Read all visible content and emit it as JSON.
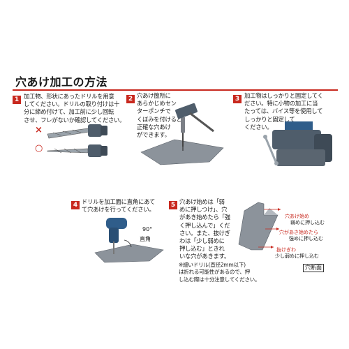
{
  "title": "穴あけ加工の方法",
  "steps": [
    {
      "num": "1",
      "text": "加工物、形状にあったドリルを用意\nしてください。ドリルの取り付けは十\n分に締め付けて、加工前に少し回転\nさせ、フレがないか確認してください。",
      "wrong_mark": "×",
      "right_mark": "○"
    },
    {
      "num": "2",
      "text": "穴あけ箇所に\nあらかじめセン\nターポンチで\nくぼみを付けると、\n正確な穴あけ\nができます。"
    },
    {
      "num": "3",
      "text": "加工物はしっかりと固定してく\nださい。特に小物の加工に当\nたっては、バイス等を使用して\nしっかりと固定して\nください。"
    },
    {
      "num": "4",
      "text": "ドリルを加工面に直角にあて\nて穴あけを行ってください。",
      "angle_label": "90°",
      "angle_caption": "直角"
    },
    {
      "num": "5",
      "text": "穴あけ始めは「弱\nめに押しつけ」、穴\nがあき始めたら「強\nく押し込んで」くだ\nさい。また、抜けぎ\nわは「少し弱めに\n押し込む」ときれ\nいな穴があきます。",
      "note": "※細いドリル(直径2mm以下)\nは折れる可能性があるので、押\nし込む際は十分注意してください。",
      "labels": {
        "start": "穴あけ始め",
        "start_sub": "弱めに押し込む",
        "mid": "穴があき始めたら",
        "mid_sub": "強めに押し込む",
        "end": "抜けぎわ",
        "end_sub": "少し弱めに押し込む",
        "section": "穴断面"
      }
    }
  ],
  "colors": {
    "accent": "#c8281e",
    "steel": "#4f5d6b",
    "plate": "#8c939b",
    "drill_bit": "#9aa3ab"
  }
}
